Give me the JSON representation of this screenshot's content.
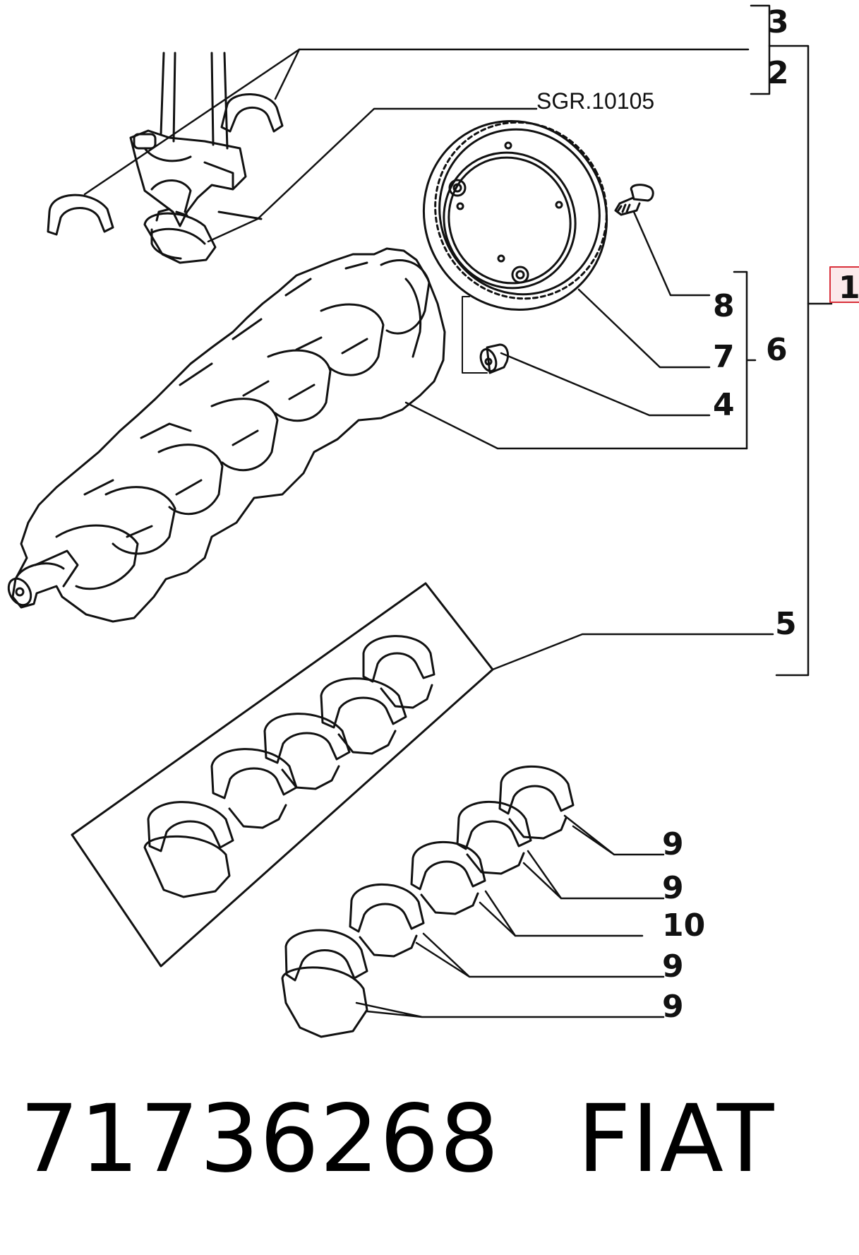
{
  "callouts": {
    "c1": "1",
    "c2": "2",
    "c3": "3",
    "c4": "4",
    "c5": "5",
    "c6": "6",
    "c7": "7",
    "c8": "8",
    "c9a": "9",
    "c9b": "9",
    "c10": "10",
    "c9c": "9",
    "c9d": "9"
  },
  "reference_code": "SGR.10105",
  "footer": {
    "part_number": "71736268",
    "brand": "FIAT"
  },
  "colors": {
    "line": "#111111",
    "highlight": "#d9303a"
  }
}
